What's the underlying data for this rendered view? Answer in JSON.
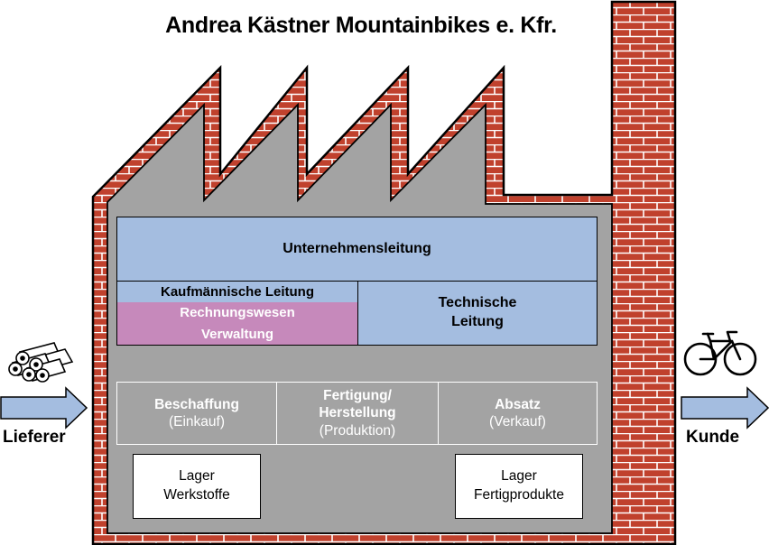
{
  "title": "Andrea Kästner Mountainbikes e. Kfr.",
  "colors": {
    "brick": "#c0412d",
    "mortar": "#ffffff",
    "interior": "#a3a3a3",
    "management": "#a4bde0",
    "admin": "#c689bb",
    "arrow": "#a4bde0"
  },
  "management": {
    "top": "Unternehmensleitung",
    "commercial": "Kaufmännische Leitung",
    "accounting": "Rechnungswesen",
    "administration": "Verwaltung",
    "technical_line1": "Technische",
    "technical_line2": "Leitung"
  },
  "departments": [
    {
      "main_line1": "Beschaffung",
      "main_line2": "",
      "sub": "(Einkauf)"
    },
    {
      "main_line1": "Fertigung/",
      "main_line2": "Herstellung",
      "sub": "(Produktion)"
    },
    {
      "main_line1": "Absatz",
      "main_line2": "",
      "sub": "(Verkauf)"
    }
  ],
  "storage": {
    "raw_line1": "Lager",
    "raw_line2": "Werkstoffe",
    "finished_line1": "Lager",
    "finished_line2": "Fertigprodukte"
  },
  "supplier_label": "Lieferer",
  "customer_label": "Kunde",
  "icons": {
    "supplier": "logs-icon",
    "customer": "bicycle-icon"
  }
}
